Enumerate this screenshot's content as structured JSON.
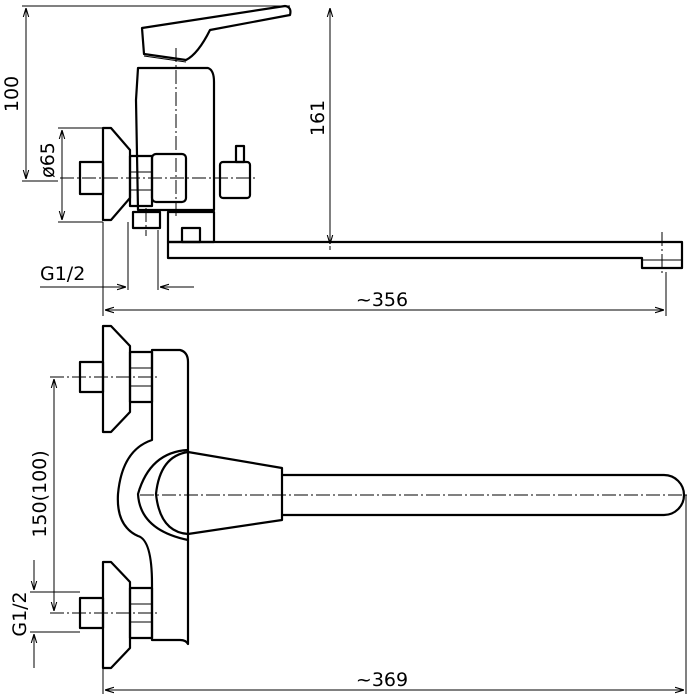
{
  "drawing": {
    "side_view": {
      "dim_height": "100",
      "dim_total_height": "161",
      "dim_diameter": "ø65",
      "dim_thread": "G1/2",
      "dim_spout_length": "~356"
    },
    "top_view": {
      "dim_spacing": "150(100)",
      "dim_thread": "G1/2",
      "dim_spout_length": "~369"
    }
  }
}
